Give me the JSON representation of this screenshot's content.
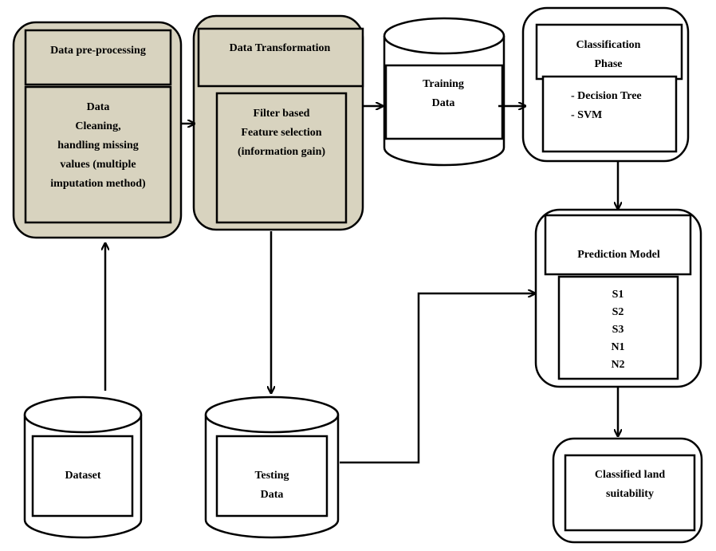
{
  "preprocessing": {
    "title": "Data pre-processing",
    "body": [
      "Data",
      "Cleaning,",
      "handling missing",
      "values (multiple",
      "imputation method)"
    ]
  },
  "transformation": {
    "title": "Data Transformation",
    "body": [
      "Filter based",
      "Feature selection",
      "(information gain)"
    ]
  },
  "training": {
    "lines": [
      "Training",
      "Data"
    ]
  },
  "classification": {
    "title": [
      "Classification",
      "Phase"
    ],
    "methods": [
      "- Decision Tree",
      "- SVM"
    ]
  },
  "prediction": {
    "title": "Prediction Model",
    "classes": [
      "S1",
      "S2",
      "S3",
      "N1",
      "N2"
    ]
  },
  "dataset": {
    "label": "Dataset"
  },
  "testing": {
    "lines": [
      "Testing",
      "Data"
    ]
  },
  "output": {
    "lines": [
      "Classified land",
      "suitability"
    ]
  },
  "colors": {
    "process_fill": "#d8d3bf",
    "stroke": "#000000",
    "background": "#ffffff"
  }
}
